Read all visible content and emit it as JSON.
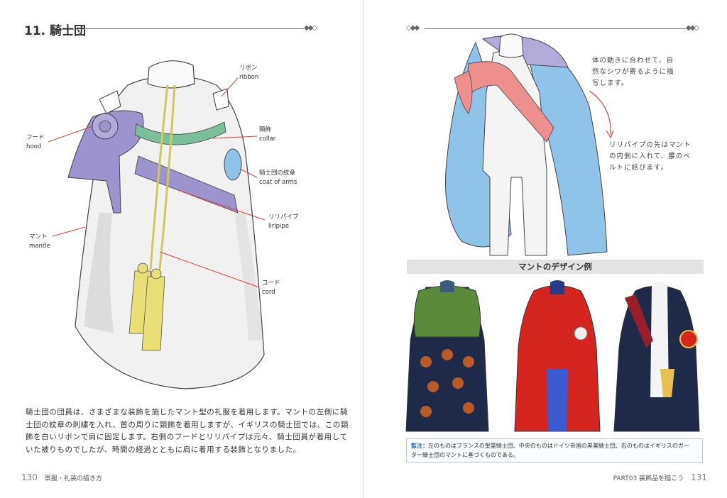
{
  "left_page": {
    "title": "11. 騎士団",
    "labels": [
      {
        "ja": "リボン",
        "en": "ribbon"
      },
      {
        "ja": "フード",
        "en": "hood"
      },
      {
        "ja": "頸飾",
        "en": "collar"
      },
      {
        "ja": "騎士団の紋章",
        "en": "coat of arms"
      },
      {
        "ja": "リリパイプ",
        "en": "liripipe"
      },
      {
        "ja": "マント",
        "en": "mantle"
      },
      {
        "ja": "コード",
        "en": "cord"
      }
    ],
    "body_lines": [
      "騎士団の団員は、さまざまな装飾を施したマント型の礼服を着用します。マントの左側に騎",
      "士団の紋章の刺繍を入れ、首の周りに頸飾を着用しますが、イギリスの騎士団では、この頸",
      "飾を白いリボンで肩に固定します。右側のフードとリリパイプは元々、騎士団員が着用して",
      "いた被りものでしたが、時間の経過とともに肩に着用する装飾となりました。"
    ],
    "folio_number": "130",
    "folio_text": "軍服・礼装の描き方"
  },
  "right_page": {
    "note1_lines": [
      "体の動きに合わせて、自",
      "然なシワが寄るように描",
      "写します。"
    ],
    "note2_lines": [
      "リリパイプの先はマント",
      "の内側に入れて、腰のベ",
      "ルトに結びます。"
    ],
    "banner": "マントのデザイン例",
    "caption_label": "監注：",
    "caption_lines": [
      "左のものはフランスの聖霊騎士団、中央のものはドイツ帝国の黒鷲騎士団、右のものはイギリスのガー",
      "ター騎士団のマントに基づくものである。"
    ],
    "folio_text": "PART03 装飾品を描こう",
    "folio_number": "131"
  },
  "colors": {
    "accent_blue": "#2a6bbf",
    "leader_red": "#d9453a",
    "hood_purple": "#9c93cf",
    "cape_blue": "#8fc3ea",
    "sash_pink": "#ee8f8f",
    "collar_green": "#7bbf9a",
    "tassel_yellow": "#e8df77",
    "red_cape": "#d6241f",
    "navy_cape": "#1f2a48",
    "green_cape": "#5c8a3a"
  }
}
